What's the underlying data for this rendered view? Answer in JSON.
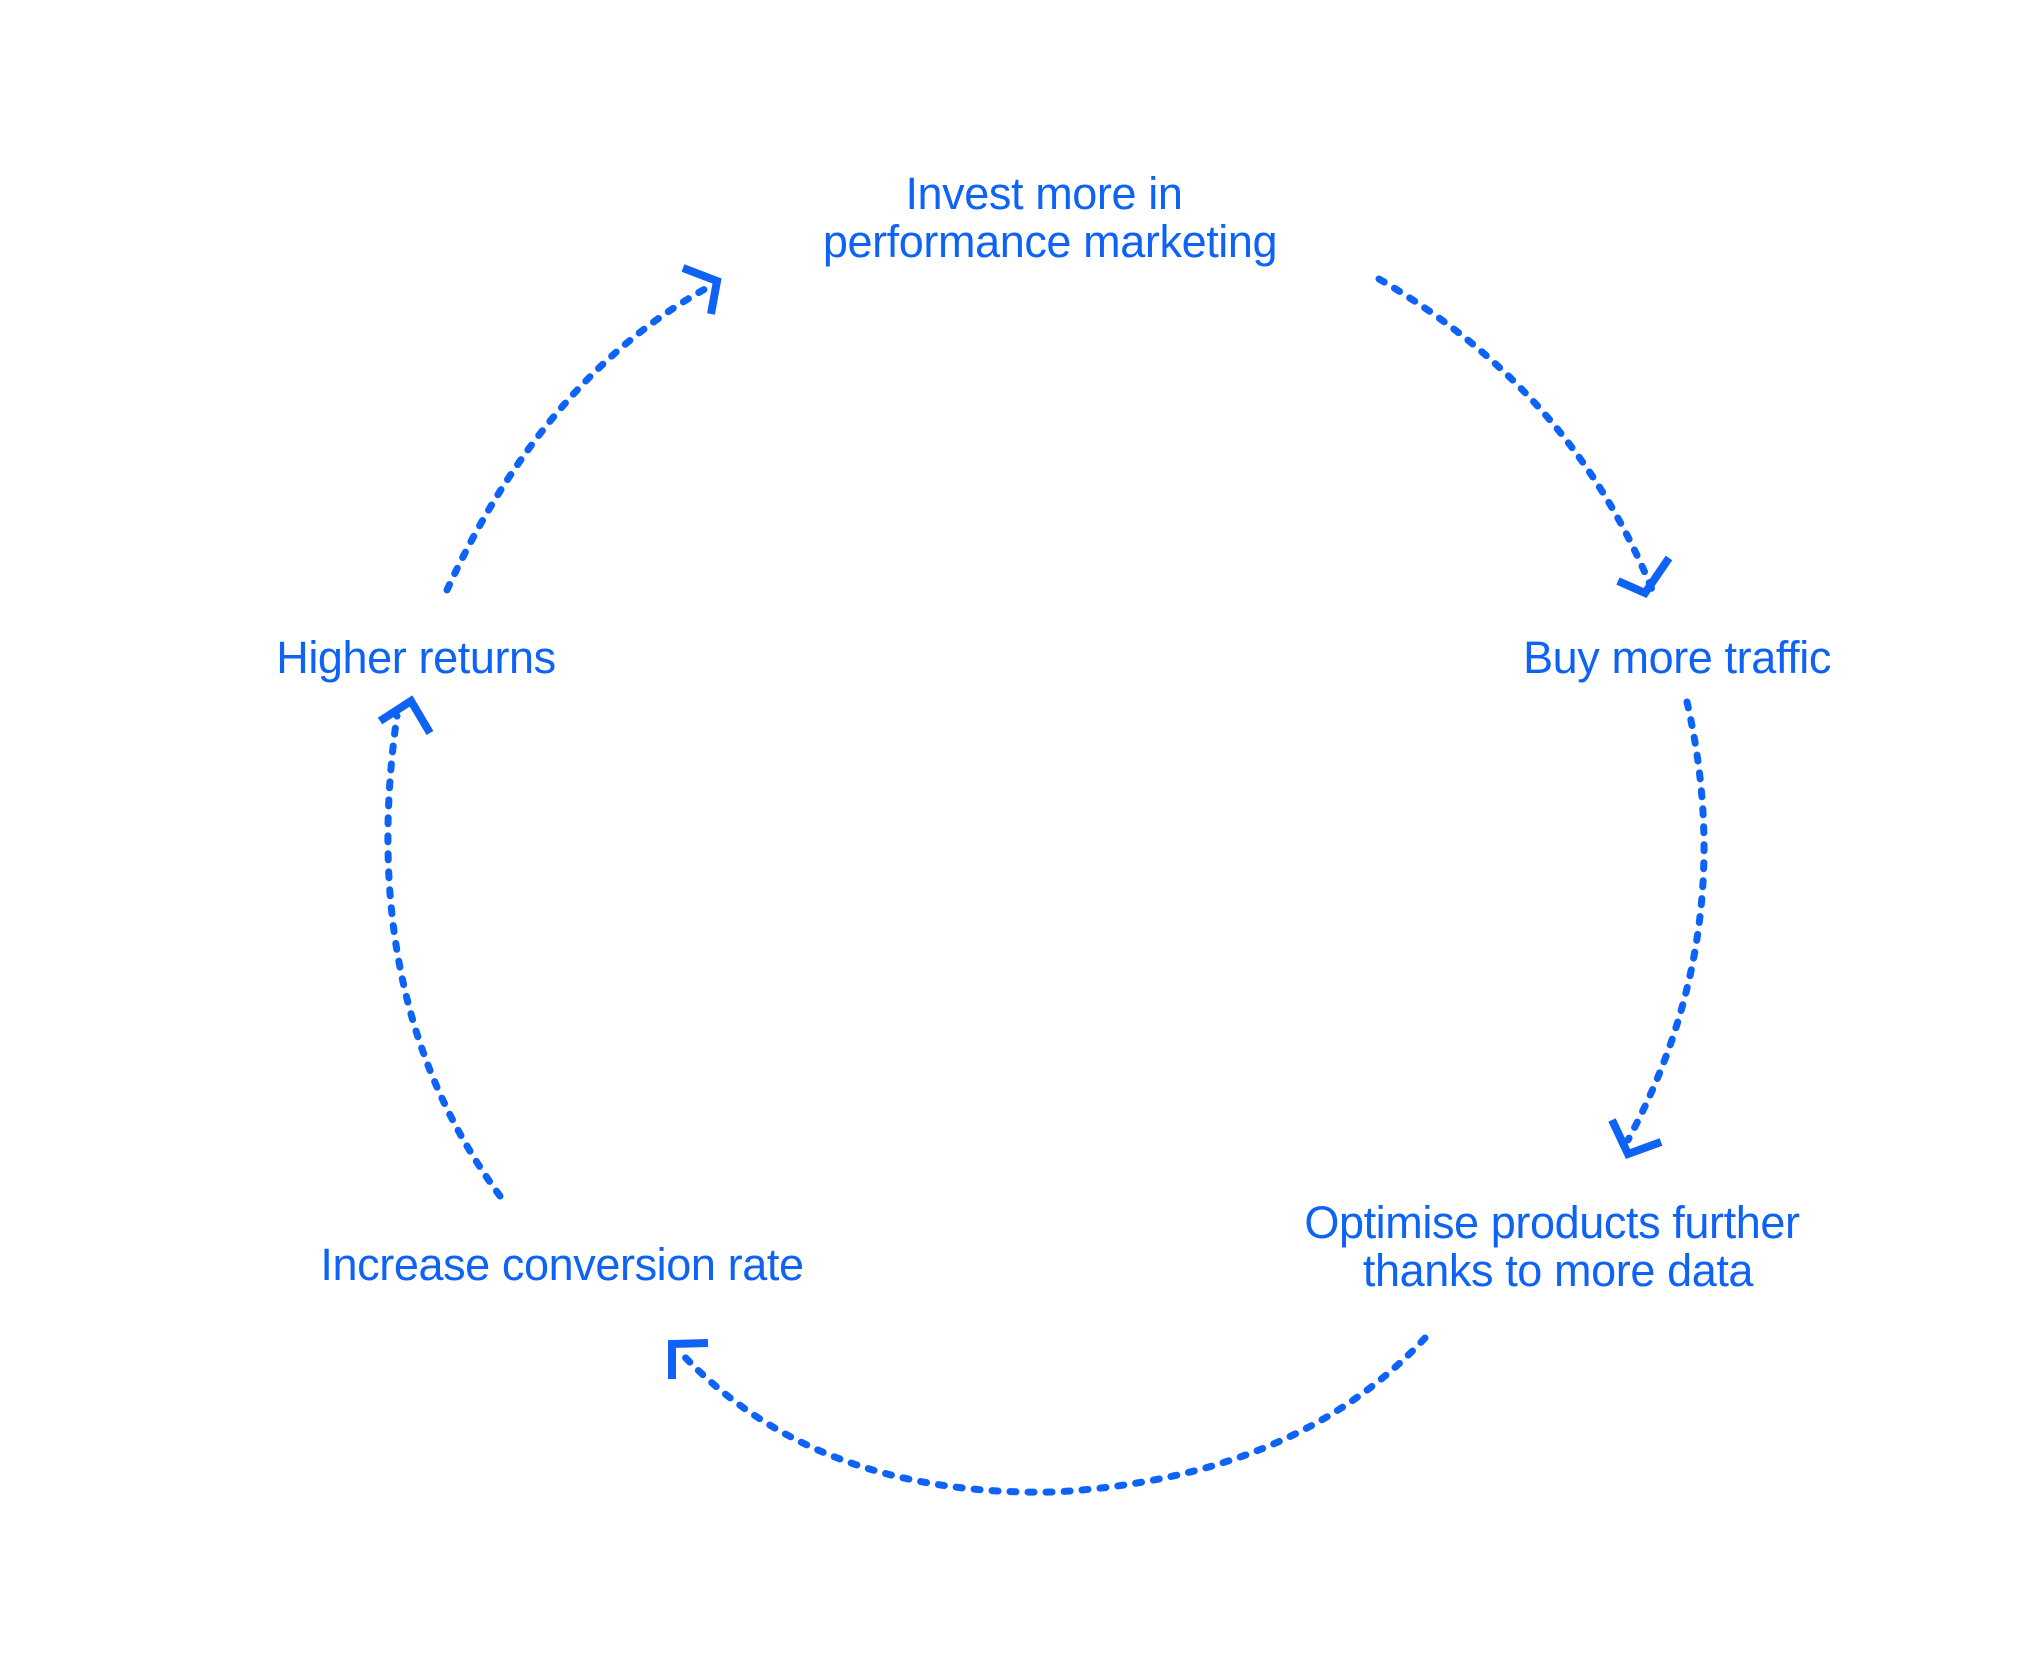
{
  "diagram": {
    "accent_color": "#0e63f4",
    "background_color": "#ffffff",
    "steps": [
      {
        "lines": [
          "Invest more in",
          "performance marketing"
        ]
      },
      {
        "lines": [
          "Buy more traffic"
        ]
      },
      {
        "lines": [
          "Optimise products further",
          "thanks to more data"
        ]
      },
      {
        "lines": [
          "Increase conversion rate"
        ]
      },
      {
        "lines": [
          "Higher returns"
        ]
      }
    ],
    "connectors": [
      {
        "from": 0,
        "to": 1,
        "style": "dotted-arrow"
      },
      {
        "from": 1,
        "to": 2,
        "style": "dotted-arrow"
      },
      {
        "from": 2,
        "to": 3,
        "style": "dotted-arrow"
      },
      {
        "from": 3,
        "to": 4,
        "style": "dotted-arrow"
      },
      {
        "from": 4,
        "to": 0,
        "style": "dotted-arrow"
      }
    ]
  }
}
